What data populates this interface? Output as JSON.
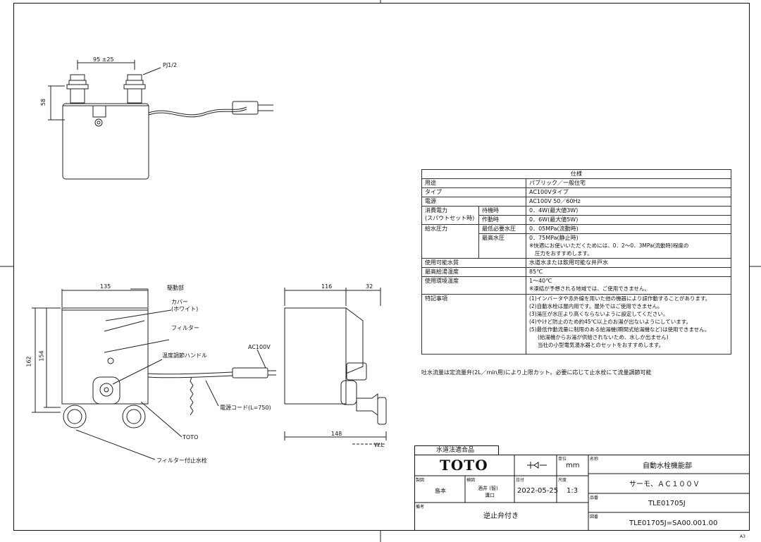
{
  "top_view": {
    "dim_width": "95 ±25",
    "pipe_label": "PJ1/2",
    "dim_height": "58"
  },
  "front_view": {
    "dim_width": "135",
    "dim_height_outer": "162",
    "dim_height_inner": "154",
    "labels": {
      "drive": "駆動部",
      "cover_line1": "カバー",
      "cover_line2": "(ホワイト)",
      "filter": "フィルター",
      "temp_handle": "温度調節ハンドル",
      "power_cord": "電源コード(L=750)",
      "ac": "AC100V",
      "toto": "TOTO",
      "filter_valve": "フィルター付止水栓"
    }
  },
  "side_view": {
    "dim_top1": "116",
    "dim_top2": "32",
    "dim_bottom": "148",
    "wl": "W.L"
  },
  "spec_table": {
    "title": "仕様",
    "rows": [
      {
        "label": "用途",
        "value": "パブリック／一般住宅"
      },
      {
        "label": "タイプ",
        "value": "AC100Vタイプ"
      },
      {
        "label": "電源",
        "value": "AC100V 50／60Hz"
      }
    ],
    "power": {
      "label_line1": "消費電力",
      "label_line2": "(スパウトセット時)",
      "standby_label": "待機時",
      "standby_value": "0．4W(最大値3W)",
      "active_label": "作動時",
      "active_value": "0．6W(最大値5W)"
    },
    "pressure": {
      "label": "給水圧力",
      "min_label": "最低必要水圧",
      "min_value": "0．05MPa(流動時)",
      "max_label": "最高水圧",
      "max_value": "0．75MPa(静止時)",
      "note_line1": "※快適にお使いいただくためには、0．2～0．3MPa(流動時)程度の",
      "note_line2": "圧力をおすすめします。"
    },
    "water": {
      "label": "使用可能水質",
      "value": "水道水または飲用可能な井戸水"
    },
    "max_temp": {
      "label": "最高給湯温度",
      "value": "85℃"
    },
    "env_temp": {
      "label": "使用環境温度",
      "value": "1～40℃",
      "note": "※凍結が予想される地域では、ご使用できません。"
    },
    "notes": {
      "label": "特記事項",
      "items": [
        "(1)インバータや赤外線を用いた他の機器により誤作動することがあります。",
        "(2)自動水栓は屋内用です。屋外ではご使用できません。",
        "(3)湯圧が水圧より高くならないように設定してください。",
        "(4)やけど防止のため約45℃以上のお湯が出ないようにしています。",
        "(5)最低作動流量に制限のある給湯機(瞬間式給湯機など)は使用できません。",
        "(給湯機からお湯が供給されないため、水しか出ません)",
        "当社の小型電気温水器とのセットをおすすめします。"
      ]
    }
  },
  "flow_note": "吐水流量は定流量弁(2L／min用)により上限カット。必要に応じて止水栓にて流量調節可能",
  "title_block": {
    "cert": "水道法適合品",
    "logo": "TOTO",
    "unit_label": "単位",
    "unit": "mm",
    "scale_label": "尺度",
    "scale": "1:3",
    "name_label": "名称",
    "name": "自動水栓機能部",
    "model_desc": "サーモ、ＡＣ１００Ｖ",
    "drawn_label": "製図",
    "drawn": "島本",
    "check_label": "検図",
    "check_line1": "酒井 (智)",
    "check_line2": "溝口",
    "date_label": "日付",
    "date": "2022-05-25",
    "part_label": "品番",
    "part": "TLE01705J",
    "remark_label": "備考",
    "remark": "逆止弁付き",
    "dwg_label": "図番",
    "dwg": "TLE01705J=SA00.001.00"
  },
  "sheet_size": "A3"
}
